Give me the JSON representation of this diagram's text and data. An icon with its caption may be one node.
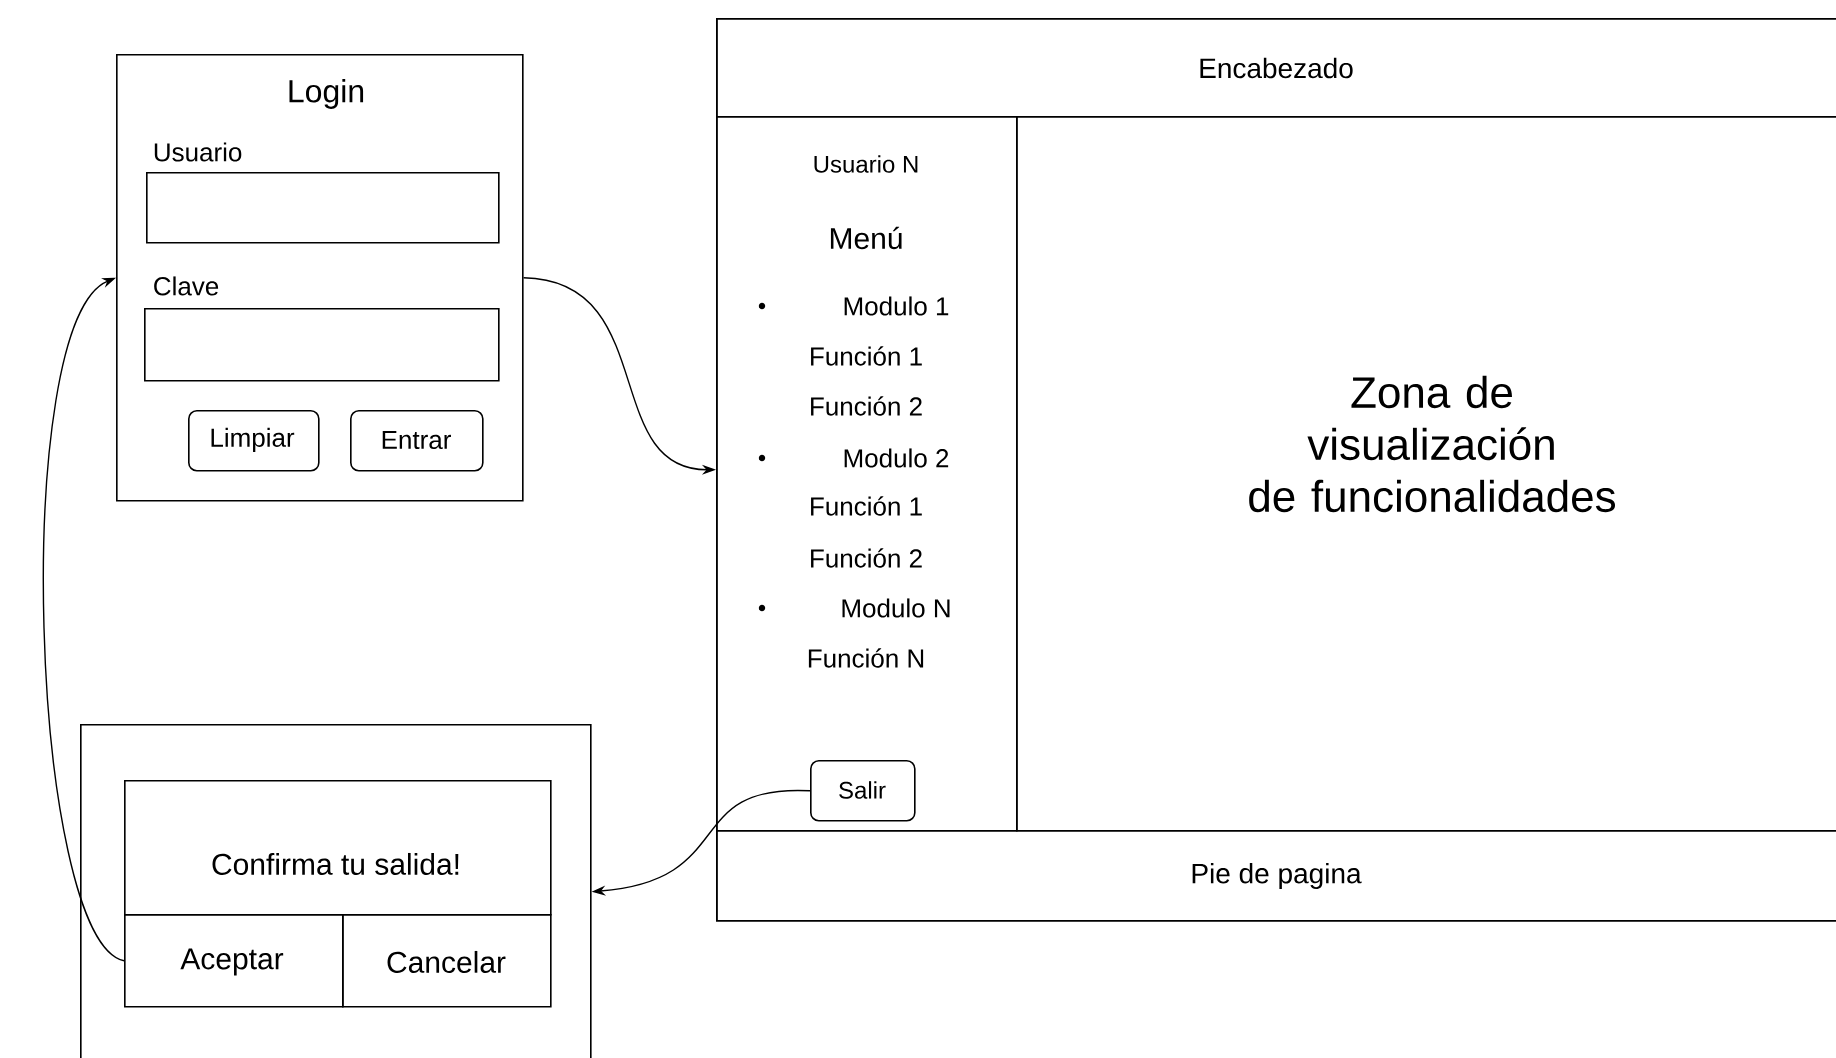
{
  "diagram": {
    "nodes": [
      {
        "text": [
          "Login"
        ]
      },
      {
        "text": [],
        "shape": "box",
        "in": 0,
        "beside": [
          "Usuario"
        ]
      },
      {
        "text": [],
        "shape": "box",
        "in": 0,
        "beside": [
          "Clave"
        ]
      },
      {
        "text": [
          "Limpiar"
        ],
        "in": 0
      },
      {
        "text": [
          "Entrar"
        ],
        "in": 0
      },
      {
        "text": [],
        "shape": "box"
      },
      {
        "text": [
          "Encabezado"
        ],
        "in": 5
      },
      {
        "text": [
          "Usuario N",
          "Menú",
          "Modulo 1",
          "Función 1",
          "Función 2",
          "Modulo 2",
          "Función 1",
          "Función 2",
          "Modulo N",
          "Función N"
        ],
        "in": 5
      },
      {
        "text": [
          "Salir"
        ],
        "in": 7
      },
      {
        "text": [
          "Zona de visualización de funcionalidades"
        ],
        "in": 5
      },
      {
        "text": [
          "Pie de pagina"
        ],
        "in": 5
      },
      {
        "text": [],
        "shape": "box"
      },
      {
        "text": [
          "Confirma tu salida!"
        ],
        "in": 11
      },
      {
        "text": [
          "Aceptar"
        ],
        "in": 11
      },
      {
        "text": [
          "Cancelar"
        ],
        "in": 11
      }
    ],
    "edges": [
      {
        "from": 0,
        "to": 5,
        "arrow": "to"
      },
      {
        "from": 8,
        "to": 11,
        "arrow": "to"
      },
      {
        "from": 13,
        "to": 0,
        "arrow": "to"
      }
    ]
  }
}
